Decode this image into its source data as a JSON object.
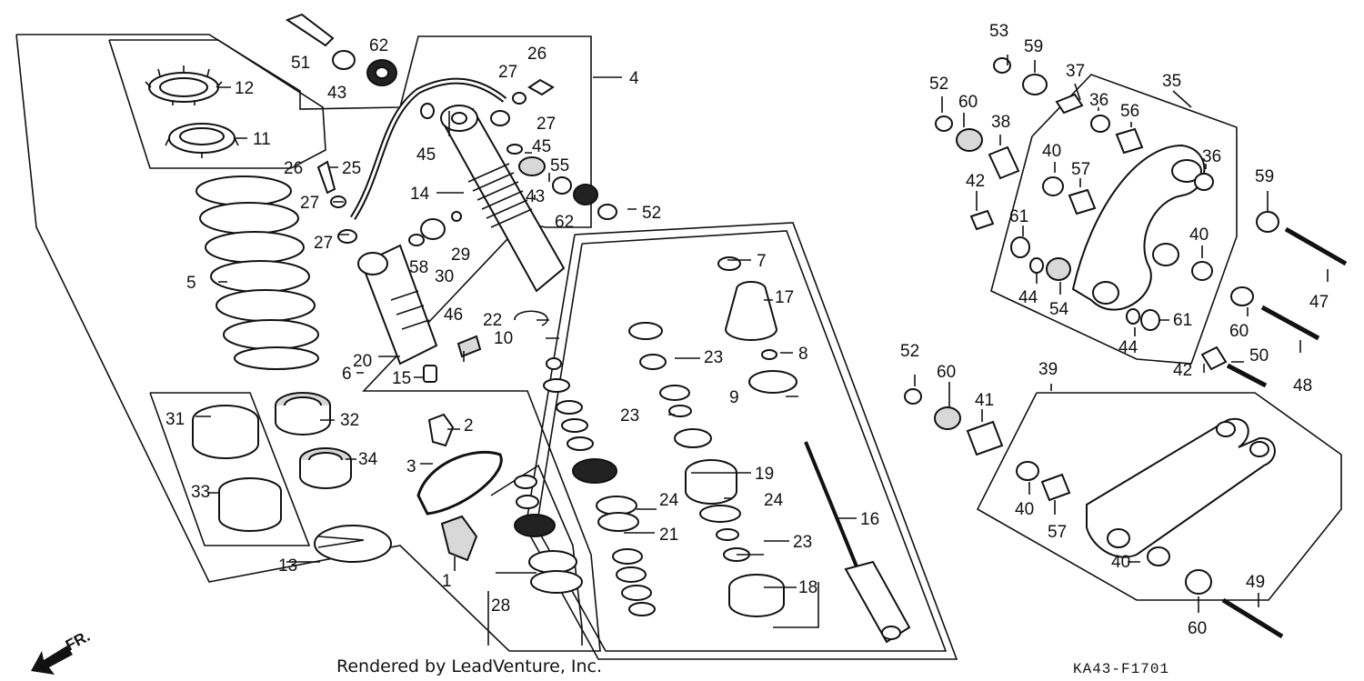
{
  "credit": "Rendered by LeadVenture, Inc.",
  "diagram_code": "KA43-F1701",
  "direction_label": "FR.",
  "callouts": [
    {
      "id": "p1",
      "label": "1"
    },
    {
      "id": "p2",
      "label": "2"
    },
    {
      "id": "p3",
      "label": "3"
    },
    {
      "id": "p4",
      "label": "4"
    },
    {
      "id": "p5",
      "label": "5"
    },
    {
      "id": "p6",
      "label": "6"
    },
    {
      "id": "p7",
      "label": "7"
    },
    {
      "id": "p8",
      "label": "8"
    },
    {
      "id": "p9",
      "label": "9"
    },
    {
      "id": "p10",
      "label": "10"
    },
    {
      "id": "p11",
      "label": "11"
    },
    {
      "id": "p12",
      "label": "12"
    },
    {
      "id": "p13",
      "label": "13"
    },
    {
      "id": "p14",
      "label": "14"
    },
    {
      "id": "p15",
      "label": "15"
    },
    {
      "id": "p16",
      "label": "16"
    },
    {
      "id": "p17",
      "label": "17"
    },
    {
      "id": "p18",
      "label": "18"
    },
    {
      "id": "p19",
      "label": "19"
    },
    {
      "id": "p20",
      "label": "20"
    },
    {
      "id": "p21",
      "label": "21"
    },
    {
      "id": "p22",
      "label": "22"
    },
    {
      "id": "p23a",
      "label": "23"
    },
    {
      "id": "p23b",
      "label": "23"
    },
    {
      "id": "p23c",
      "label": "23"
    },
    {
      "id": "p24a",
      "label": "24"
    },
    {
      "id": "p24b",
      "label": "24"
    },
    {
      "id": "p25",
      "label": "25"
    },
    {
      "id": "p26a",
      "label": "26"
    },
    {
      "id": "p26b",
      "label": "26"
    },
    {
      "id": "p27a",
      "label": "27"
    },
    {
      "id": "p27b",
      "label": "27"
    },
    {
      "id": "p27c",
      "label": "27"
    },
    {
      "id": "p27d",
      "label": "27"
    },
    {
      "id": "p28",
      "label": "28"
    },
    {
      "id": "p29",
      "label": "29"
    },
    {
      "id": "p30",
      "label": "30"
    },
    {
      "id": "p31",
      "label": "31"
    },
    {
      "id": "p32",
      "label": "32"
    },
    {
      "id": "p33",
      "label": "33"
    },
    {
      "id": "p34",
      "label": "34"
    },
    {
      "id": "p35",
      "label": "35"
    },
    {
      "id": "p36a",
      "label": "36"
    },
    {
      "id": "p36b",
      "label": "36"
    },
    {
      "id": "p37",
      "label": "37"
    },
    {
      "id": "p38",
      "label": "38"
    },
    {
      "id": "p39",
      "label": "39"
    },
    {
      "id": "p40a",
      "label": "40"
    },
    {
      "id": "p40b",
      "label": "40"
    },
    {
      "id": "p40c",
      "label": "40"
    },
    {
      "id": "p40d",
      "label": "40"
    },
    {
      "id": "p41",
      "label": "41"
    },
    {
      "id": "p42a",
      "label": "42"
    },
    {
      "id": "p42b",
      "label": "42"
    },
    {
      "id": "p43a",
      "label": "43"
    },
    {
      "id": "p43b",
      "label": "43"
    },
    {
      "id": "p44a",
      "label": "44"
    },
    {
      "id": "p44b",
      "label": "44"
    },
    {
      "id": "p45a",
      "label": "45"
    },
    {
      "id": "p45b",
      "label": "45"
    },
    {
      "id": "p46",
      "label": "46"
    },
    {
      "id": "p47",
      "label": "47"
    },
    {
      "id": "p48",
      "label": "48"
    },
    {
      "id": "p49",
      "label": "49"
    },
    {
      "id": "p50",
      "label": "50"
    },
    {
      "id": "p51",
      "label": "51"
    },
    {
      "id": "p52a",
      "label": "52"
    },
    {
      "id": "p52b",
      "label": "52"
    },
    {
      "id": "p52c",
      "label": "52"
    },
    {
      "id": "p53",
      "label": "53"
    },
    {
      "id": "p54",
      "label": "54"
    },
    {
      "id": "p55",
      "label": "55"
    },
    {
      "id": "p56",
      "label": "56"
    },
    {
      "id": "p57a",
      "label": "57"
    },
    {
      "id": "p57b",
      "label": "57"
    },
    {
      "id": "p58",
      "label": "58"
    },
    {
      "id": "p59a",
      "label": "59"
    },
    {
      "id": "p59b",
      "label": "59"
    },
    {
      "id": "p60a",
      "label": "60"
    },
    {
      "id": "p60b",
      "label": "60"
    },
    {
      "id": "p60c",
      "label": "60"
    },
    {
      "id": "p60d",
      "label": "60"
    },
    {
      "id": "p61a",
      "label": "61"
    },
    {
      "id": "p61b",
      "label": "61"
    },
    {
      "id": "p62a",
      "label": "62"
    },
    {
      "id": "p62b",
      "label": "62"
    }
  ]
}
